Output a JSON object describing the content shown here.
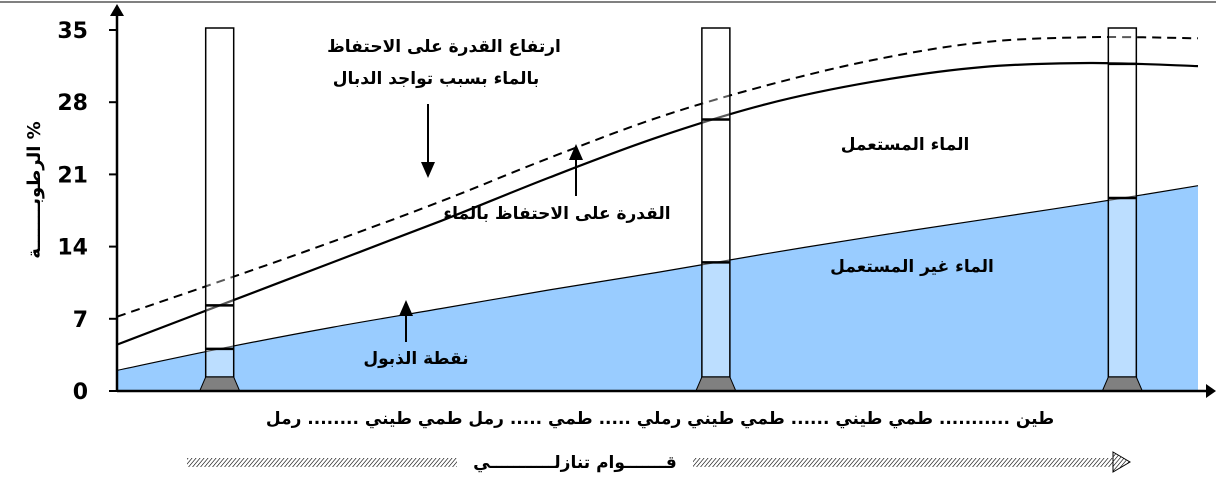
{
  "chart_data": {
    "type": "area",
    "y_ticks": [
      "0",
      "7",
      "14",
      "21",
      "28",
      "35"
    ],
    "ylim": [
      0,
      35
    ],
    "ylabel": "الرطوبـــــــة %",
    "x_categories_line": "طين ........... طمي طيني ...... طمي طيني رملي ..... طمي ..... رمل طمي طيني ........ رمل",
    "x_axis_caption": "قـــــــوام تنازلـــــــــــي",
    "series": [
      {
        "name": "ارتفاع القدرة على الاحتفاظ بالماء بسبب تواجد الدبال",
        "style": "dashed",
        "x": [
          0,
          0.1,
          0.2,
          0.3,
          0.4,
          0.5,
          0.6,
          0.7,
          0.8,
          0.9,
          1.0
        ],
        "values": [
          7.2,
          10.8,
          14.5,
          18.4,
          22.6,
          26.5,
          29.6,
          32.1,
          33.8,
          34.3,
          34.2
        ]
      },
      {
        "name": "القدرة على الاحتفاظ بالماء",
        "style": "solid",
        "x": [
          0,
          0.1,
          0.2,
          0.3,
          0.4,
          0.5,
          0.6,
          0.7,
          0.8,
          0.9,
          1.0
        ],
        "values": [
          4.5,
          8.5,
          12.5,
          16.5,
          20.7,
          24.6,
          27.8,
          30.0,
          31.4,
          31.8,
          31.5
        ]
      },
      {
        "name": "نقطة الذبول",
        "style": "filled",
        "color": "#99ccff",
        "x": [
          0,
          0.1,
          0.2,
          0.3,
          0.4,
          0.5,
          0.6,
          0.7,
          0.8,
          0.9,
          1.0
        ],
        "values": [
          2.0,
          4.2,
          6.2,
          8.0,
          9.8,
          11.5,
          13.3,
          15.0,
          16.6,
          18.2,
          19.9
        ]
      }
    ],
    "annotations": {
      "humus": [
        "ارتفاع القدرة على الاحتفاظ",
        "بالماء بسبب تواجد الدبال"
      ],
      "capacity": "القدرة على الاحتفاظ بالماء",
      "wilting": "نقطة الذبول",
      "available": "الماء المستعمل",
      "unavailable": "الماء غير المستعمل"
    }
  }
}
